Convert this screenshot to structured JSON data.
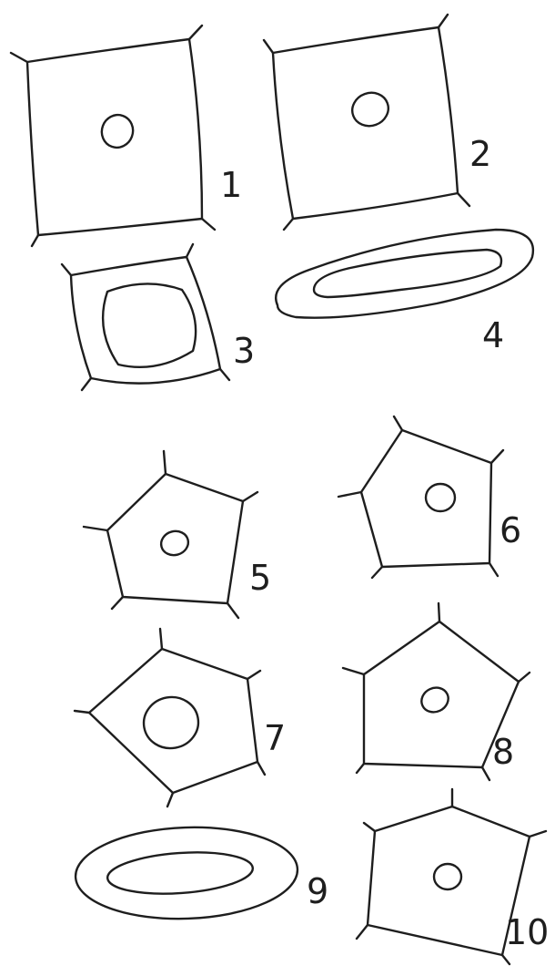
{
  "figure": {
    "labels": {
      "cell_1": "1",
      "cell_2": "2",
      "cell_3": "3",
      "cell_4": "4",
      "cell_5": "5",
      "cell_6": "6",
      "cell_7": "7",
      "cell_8": "8",
      "cell_9": "9",
      "cell_10": "10"
    }
  }
}
